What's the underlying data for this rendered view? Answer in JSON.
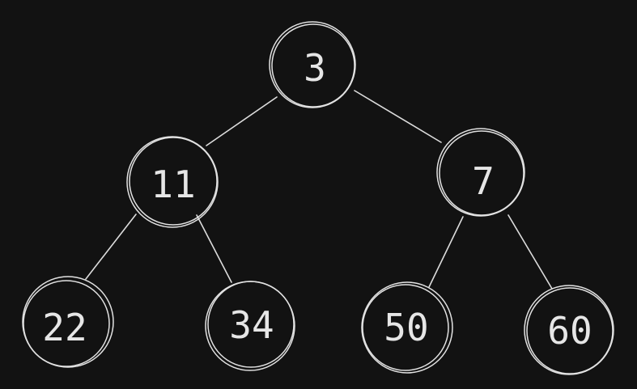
{
  "tree": {
    "colors": {
      "background": "#121212",
      "stroke": "#e2e2e2",
      "text": "#e6e6e6"
    },
    "nodes": [
      {
        "id": "root",
        "label": "3"
      },
      {
        "id": "left",
        "label": "11"
      },
      {
        "id": "right",
        "label": "7"
      },
      {
        "id": "left-left",
        "label": "22"
      },
      {
        "id": "left-right",
        "label": "34"
      },
      {
        "id": "right-left",
        "label": "50"
      },
      {
        "id": "right-right",
        "label": "60"
      }
    ],
    "edges": [
      {
        "from": "root",
        "to": "left"
      },
      {
        "from": "root",
        "to": "right"
      },
      {
        "from": "left",
        "to": "left-left"
      },
      {
        "from": "left",
        "to": "left-right"
      },
      {
        "from": "right",
        "to": "right-left"
      },
      {
        "from": "right",
        "to": "right-right"
      }
    ]
  }
}
